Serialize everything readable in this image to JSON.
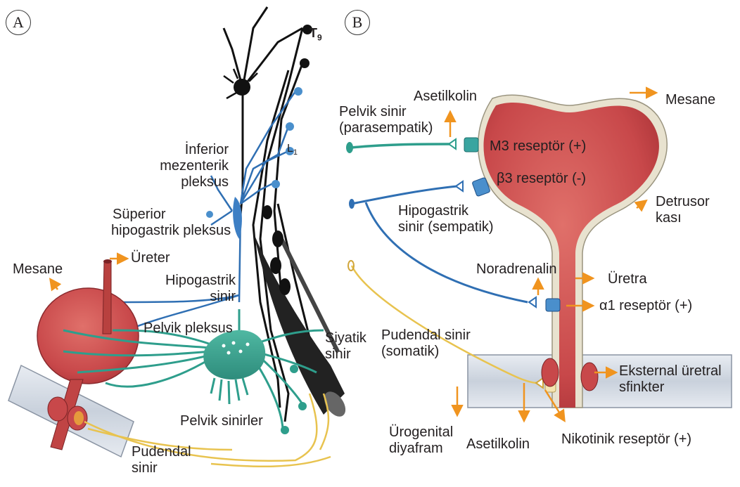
{
  "panels": {
    "a": "A",
    "b": "B"
  },
  "panel_a": {
    "t9": "T",
    "t9_sub": "9",
    "l1": "L",
    "l1_sub": "1",
    "inferior_plexus": [
      "İnferior",
      "mezenterik",
      "pleksus"
    ],
    "superior_plexus": [
      "Süperior",
      "hipogastrik pleksus"
    ],
    "ureter": "Üreter",
    "bladder": "Mesane",
    "hypogastric_nerve": [
      "Hipogastrik",
      "sinir"
    ],
    "pelvic_plexus": "Pelvik pleksus",
    "sciatic_nerve": [
      "Siyatik",
      "sinir"
    ],
    "pelvic_nerves": "Pelvik sinirler",
    "pudendal_nerve": [
      "Pudendal",
      "sinir"
    ]
  },
  "panel_b": {
    "acetylcholine_top": "Asetilkolin",
    "pelvic_nerve": [
      "Pelvik sinir",
      "(parasempatik)"
    ],
    "m3_receptor": "M3 reseptör (+)",
    "b3_receptor": "β3 reseptör (-)",
    "bladder": "Mesane",
    "detrusor": [
      "Detrusor",
      "kası"
    ],
    "hypogastric_nerve": [
      "Hipogastrik",
      "sinir (sempatik)"
    ],
    "noradrenaline": "Noradrenalin",
    "urethra": "Üretra",
    "a1_receptor": "α1 reseptör (+)",
    "pudendal_nerve": [
      "Pudendal sinir",
      "(somatik)"
    ],
    "external_sphincter": [
      "Eksternal üretral",
      "sfinkter"
    ],
    "urogenital_diaphragm": [
      "Ürogenital",
      "diyafram"
    ],
    "acetylcholine_bottom": "Asetilkolin",
    "nicotinic_receptor": "Nikotinik reseptör (+)"
  },
  "colors": {
    "parasympathetic": "#2e9e8c",
    "sympathetic": "#2f6fb3",
    "somatic": "#e8c34f",
    "spinal": "#111111",
    "bladder": "#c8484a",
    "arrow": "#f0941f"
  },
  "icons": [
    "arrow-icon",
    "synapse-icon",
    "neuron-icon"
  ]
}
